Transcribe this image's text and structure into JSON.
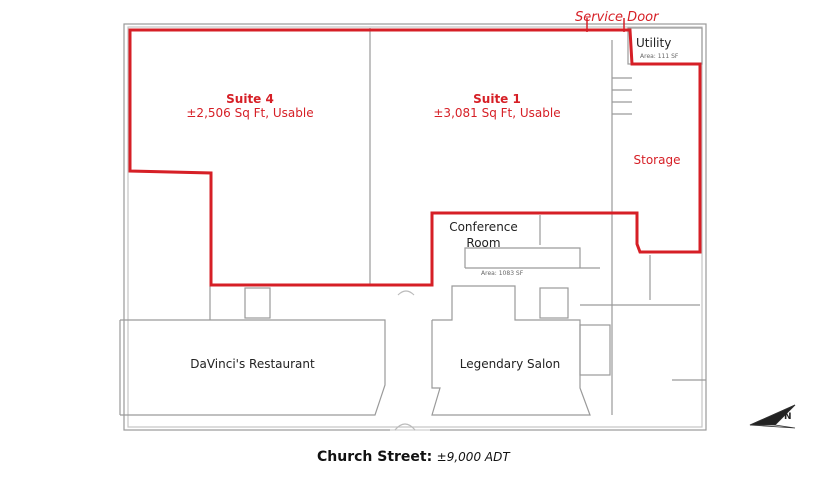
{
  "colors": {
    "highlight": "#d61f26",
    "wall": "#9a9a9a",
    "text": "#222222"
  },
  "spaces": {
    "suite4": {
      "name": "Suite 4",
      "area": "±2,506 Sq Ft, Usable"
    },
    "suite1": {
      "name": "Suite 1",
      "area": "±3,081 Sq Ft, Usable"
    },
    "storage": {
      "name": "Storage"
    },
    "utility": {
      "name": "Utility",
      "area": "Area: 111 SF"
    },
    "conference": {
      "line1": "Conference",
      "line2": "Room",
      "area": "Area: 1083 SF"
    },
    "service_door": "Service Door",
    "restaurant": "DaVinci's Restaurant",
    "salon": "Legendary Salon"
  },
  "street": {
    "name": "Church Street:",
    "traffic": "±9,000 ADT"
  },
  "compass": {
    "icon": "north-arrow-icon",
    "letter": "N"
  }
}
